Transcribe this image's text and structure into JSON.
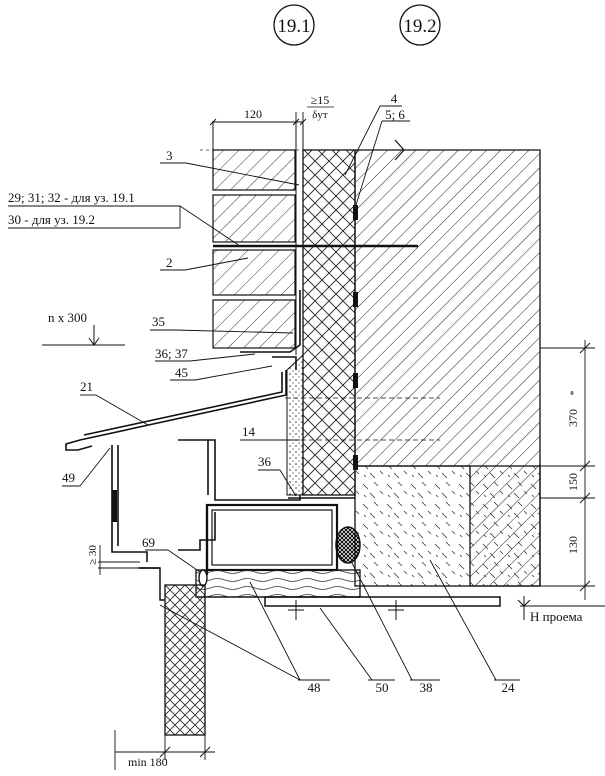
{
  "node_refs": [
    "19.1",
    "19.2"
  ],
  "dimensions": {
    "brick_width": "120",
    "gap_min": "≥15",
    "gap_sub": "δут",
    "n_x_300": "n x 300",
    "h370": "370",
    "h370_star": "*",
    "h150": "150",
    "h130": "130",
    "min30": "≥ 30",
    "min180": "min 180"
  },
  "level_label": "Н проема",
  "callouts": {
    "c4": "4",
    "c5_6": "5; 6",
    "c3": "3",
    "c29": "29; 31; 32 - для уз. 19.1",
    "c30": "30 - для уз. 19.2",
    "c2": "2",
    "c35": "35",
    "c36_37": "36; 37",
    "c45": "45",
    "c21": "21",
    "c14": "14",
    "c36": "36",
    "c49": "49",
    "c69": "69",
    "c48": "48",
    "c50": "50",
    "c38": "38",
    "c24": "24"
  }
}
